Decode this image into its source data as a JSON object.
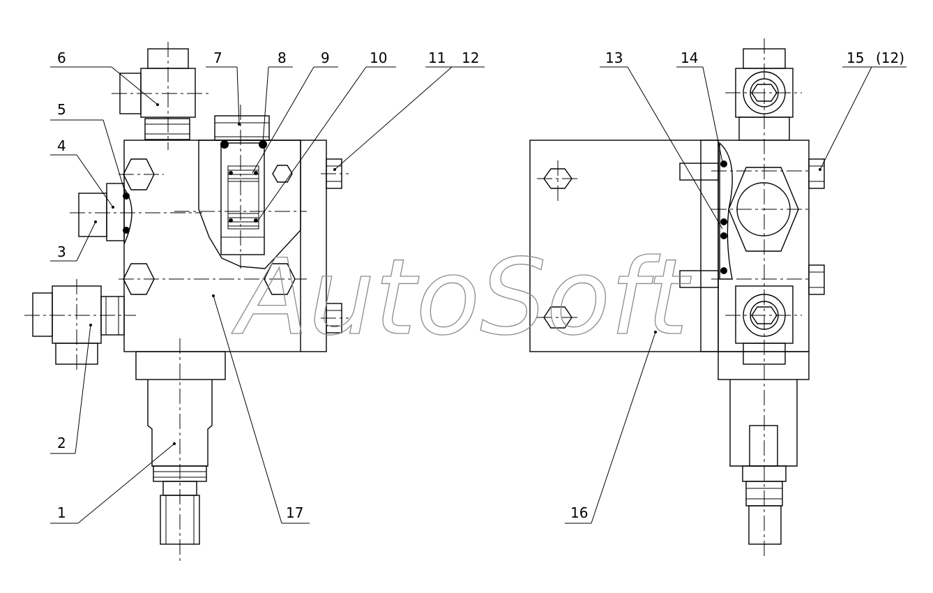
{
  "watermark": "AutoSoft",
  "callouts": [
    {
      "id": "c1",
      "text": "1"
    },
    {
      "id": "c2",
      "text": "2"
    },
    {
      "id": "c3",
      "text": "3"
    },
    {
      "id": "c4",
      "text": "4"
    },
    {
      "id": "c5",
      "text": "5"
    },
    {
      "id": "c6",
      "text": "6"
    },
    {
      "id": "c7",
      "text": "7"
    },
    {
      "id": "c8",
      "text": "8"
    },
    {
      "id": "c9",
      "text": "9"
    },
    {
      "id": "c10",
      "text": "10"
    },
    {
      "id": "c11",
      "text": "11"
    },
    {
      "id": "c12",
      "text": "12"
    },
    {
      "id": "c13",
      "text": "13"
    },
    {
      "id": "c14",
      "text": "14"
    },
    {
      "id": "c15",
      "text": "15"
    },
    {
      "id": "c15b",
      "text": "(12)"
    },
    {
      "id": "c16",
      "text": "16"
    },
    {
      "id": "c17",
      "text": "17"
    }
  ]
}
